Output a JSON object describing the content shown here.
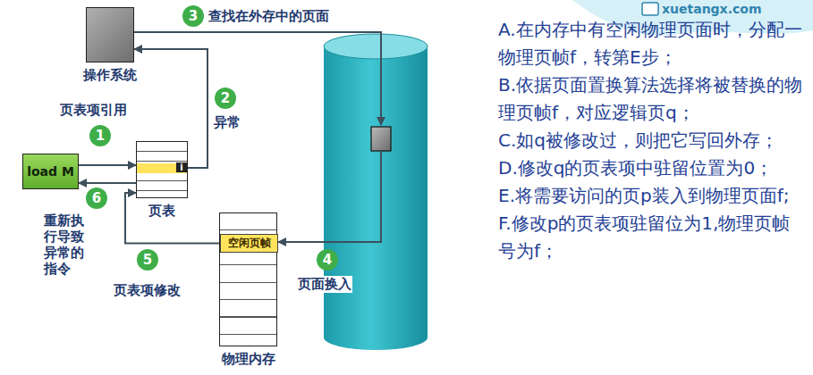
{
  "diagram": {
    "nodes": [
      {
        "text": [
          "操作系统"
        ]
      },
      {
        "text": [
          "load M"
        ]
      },
      {
        "text": [
          "页表"
        ]
      },
      {
        "text": [
          "物理内存"
        ]
      },
      {
        "text": [
          "空闲页帧"
        ],
        "in": 3
      }
    ],
    "edges": [
      {
        "from": 1,
        "to": 2,
        "arrow": "to",
        "label": "页表项引用"
      },
      {
        "from": 2,
        "to": 0,
        "arrow": "to",
        "label": "异常"
      },
      {
        "from": 4,
        "to": 2,
        "arrow": "to",
        "label": "页表项修改"
      },
      {
        "from": 2,
        "to": 1,
        "arrow": "to",
        "label": "重新执行导致异常的指令"
      }
    ],
    "labels": [
      "1",
      "2",
      "3",
      "4",
      "5",
      "6",
      "查找在外存中的页面",
      "页面换入",
      "i",
      "A.在内存中有空闲物理页面时，分配一物理页帧f，转第E步；",
      "B.依据页面置换算法选择将被替换的物理页帧f，对应逻辑页q；",
      "C.如q被修改过，则把它写回外存；",
      "D.修改q的页表项中驻留位置为0；",
      "E.将需要访问的页p装入到物理页面f;",
      "F.修改p的页表项驻留位为1,物理页帧号为f；",
      "xuetangx.com"
    ]
  }
}
